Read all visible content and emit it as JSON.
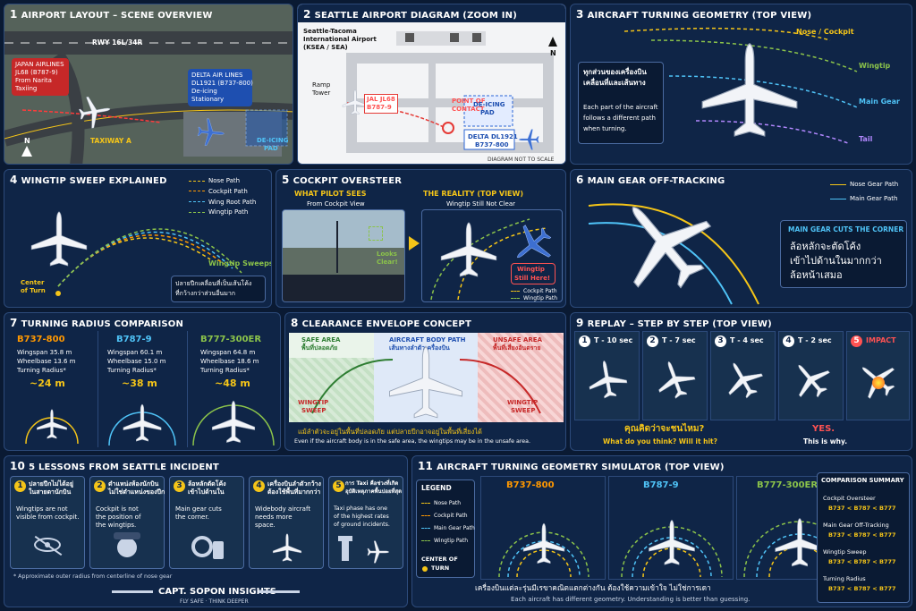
{
  "p1": {
    "num": "1",
    "title": "AIRPORT LAYOUT – SCENE OVERVIEW",
    "runway": "RWY 16L/34R",
    "jal": [
      "JAPAN AIRLINES",
      "JL68 (B787-9)",
      "From Narita",
      "Taxiing"
    ],
    "delta": [
      "DELTA AIR LINES",
      "DL1921 (B737-800)",
      "De-icing",
      "Stationary"
    ],
    "taxiway": "TAXIWAY A",
    "deicing": [
      "DE-ICING",
      "PAD"
    ],
    "north": "N"
  },
  "p2": {
    "num": "2",
    "title": "SEATTLE AIRPORT DIAGRAM (ZOOM IN)",
    "airport": [
      "Seattle-Tacoma",
      "International Airport",
      "(KSEA / SEA)"
    ],
    "ramp": [
      "Ramp",
      "Tower"
    ],
    "jal": [
      "JAL JL68",
      "B787-9"
    ],
    "poc": [
      "POINT OF",
      "CONTACT"
    ],
    "deicing": [
      "DE-ICING",
      "PAD"
    ],
    "delta": [
      "DELTA DL1921",
      "B737-800"
    ],
    "note": "DIAGRAM NOT TO SCALE",
    "north": "N"
  },
  "p3": {
    "num": "3",
    "title": "AIRCRAFT TURNING GEOMETRY (TOP VIEW)",
    "thai": [
      "ทุกส่วนของเครื่องบิน",
      "เคลื่อนที่และเส้นทาง"
    ],
    "desc": [
      "Each part of the aircraft",
      "follows a different path",
      "when turning."
    ],
    "labels": {
      "nose": "Nose / Cockpit",
      "wingtip": "Wingtip",
      "main": "Main Gear",
      "tail": "Tail"
    }
  },
  "p4": {
    "num": "4",
    "title": "WINGTIP SWEEP EXPLAINED",
    "legend": [
      "Nose Path",
      "Cockpit Path",
      "Wing Root Path",
      "Wingtip Path"
    ],
    "sweep": "Wingtip Sweeps",
    "center": [
      "Center",
      "of Turn"
    ],
    "thai": [
      "ปลายปีกเคลื่อนที่เป็นเส้นโค้ง",
      "ที่กว้างกว่าส่วนอื่นมาก"
    ]
  },
  "p5": {
    "num": "5",
    "title": "COCKPIT OVERSTEER",
    "left_h": "WHAT PILOT SEES",
    "left_s": "From Cockpit View",
    "right_h": "THE REALITY (TOP VIEW)",
    "right_s": "Wingtip Still Not Clear",
    "looks": [
      "Looks",
      "Clear!"
    ],
    "still": [
      "Wingtip",
      "Still Here!"
    ],
    "legend": [
      "Cockpit Path",
      "Wingtip Path"
    ]
  },
  "p6": {
    "num": "6",
    "title": "MAIN GEAR OFF-TRACKING",
    "legend": [
      "Nose Gear Path",
      "Main Gear Path"
    ],
    "box_h": "MAIN GEAR CUTS THE CORNER",
    "thai": [
      "ล้อหลักจะตัดโค้ง",
      "เข้าไปด้านในมากกว่า",
      "ล้อหน้าเสมอ"
    ]
  },
  "p7": {
    "num": "7",
    "title": "TURNING RADIUS COMPARISON",
    "aircraft": [
      {
        "name": "B737-800",
        "span": "Wingspan 35.8 m",
        "base": "Wheelbase 13.6 m",
        "tr": "Turning Radius*",
        "val": "~24 m"
      },
      {
        "name": "B787-9",
        "span": "Wingspan 60.1 m",
        "base": "Wheelbase 15.0 m",
        "tr": "Turning Radius*",
        "val": "~38 m"
      },
      {
        "name": "B777-300ER",
        "span": "Wingspan 64.8 m",
        "base": "Wheelbase 18.6 m",
        "tr": "Turning Radius*",
        "val": "~48 m"
      }
    ]
  },
  "p8": {
    "num": "8",
    "title": "CLEARANCE ENVELOPE CONCEPT",
    "safe": [
      "SAFE AREA",
      "พื้นที่ปลอดภัย"
    ],
    "body": [
      "AIRCRAFT BODY PATH",
      "เส้นทางลำตัวเครื่องบิน"
    ],
    "unsafe": [
      "UNSAFE AREA",
      "พื้นที่เสี่ยงอันตราย"
    ],
    "sweep": [
      "WINGTIP",
      "SWEEP"
    ],
    "thai": "แม้ลำตัวจะอยู่ในพื้นที่ปลอดภัย แต่ปลายปีกอาจอยู่ในพื้นที่เสี่ยงได้",
    "en": "Even if the aircraft body is in the safe area, the wingtips may be in the unsafe area."
  },
  "p9": {
    "num": "9",
    "title": "REPLAY – STEP BY STEP (TOP VIEW)",
    "steps": [
      {
        "n": "1",
        "t": "T - 10 sec"
      },
      {
        "n": "2",
        "t": "T - 7 sec"
      },
      {
        "n": "3",
        "t": "T - 4 sec"
      },
      {
        "n": "4",
        "t": "T - 2 sec"
      },
      {
        "n": "5",
        "t": "IMPACT"
      }
    ],
    "q_th": "คุณคิดว่าจะชนไหม?",
    "q_en": "What do you think? Will it hit?",
    "a1": "YES.",
    "a2": "This is why."
  },
  "p10": {
    "num": "10",
    "title": "5 LESSONS FROM SEATTLE INCIDENT",
    "lessons": [
      {
        "n": "1",
        "th": [
          "ปลายปีกไม่ได้อยู่",
          "ในสายตานักบิน"
        ],
        "en": [
          "Wingtips are not",
          "visible from cockpit."
        ]
      },
      {
        "n": "2",
        "th": [
          "ตำแหน่งห้องนักบิน",
          "ไม่ใช่ตำแหน่งของปีก"
        ],
        "en": [
          "Cockpit is not",
          "the position of",
          "the wingtips."
        ]
      },
      {
        "n": "3",
        "th": [
          "ล้อหลักตัดโค้ง",
          "เข้าไปด้านใน"
        ],
        "en": [
          "Main gear cuts",
          "the corner."
        ]
      },
      {
        "n": "4",
        "th": [
          "เครื่องบินลำตัวกว้าง",
          "ต้องใช้พื้นที่มากกว่า"
        ],
        "en": [
          "Widebody aircraft",
          "needs more",
          "space."
        ]
      },
      {
        "n": "5",
        "th": [
          "การ Taxi คือช่วงที่เกิด",
          "อุบัติเหตุภาคพื้นบ่อยที่สุด"
        ],
        "en": [
          "Taxi phase has one",
          "of the highest rates",
          "of ground incidents."
        ]
      }
    ],
    "footnote": "* Approximate outer radius from centerline of nose gear",
    "brand": "CAPT. SOPON INSIGHTS",
    "tagline": "FLY SAFE · THINK DEEPER"
  },
  "p11": {
    "num": "11",
    "title": "AIRCRAFT TURNING GEOMETRY SIMULATOR (TOP VIEW)",
    "legend_h": "LEGEND",
    "legend": [
      "Nose Path",
      "Cockpit Path",
      "Main Gear Path",
      "Wingtip Path"
    ],
    "center": [
      "CENTER OF",
      "TURN"
    ],
    "aircraft": [
      "B737-800",
      "B787-9",
      "B777-300ER"
    ],
    "thai": "เครื่องบินแต่ละรุ่นมีเรขาคณิตแตกต่างกัน ต้องใช้ความเข้าใจ ไม่ใช่การเดา",
    "en": "Each aircraft has different geometry. Understanding is better than guessing.",
    "summary_h": "COMPARISON SUMMARY",
    "summary": [
      {
        "label": "Cockpit Oversteer",
        "cmp": "B737 < B787 < B777"
      },
      {
        "label": "Main Gear Off-Tracking",
        "cmp": "B737 < B787 < B777"
      },
      {
        "label": "Wingtip Sweep",
        "cmp": "B737 < B787 < B777"
      },
      {
        "label": "Turning Radius",
        "cmp": "B737 < B787 < B777"
      }
    ]
  },
  "colors": {
    "bg": "#0a1a33",
    "panel": "#0f2547",
    "yellow": "#f5c518",
    "cyan": "#4fc3f7",
    "green": "#8bc34a",
    "red": "#ff5252",
    "orange": "#ff9800"
  }
}
